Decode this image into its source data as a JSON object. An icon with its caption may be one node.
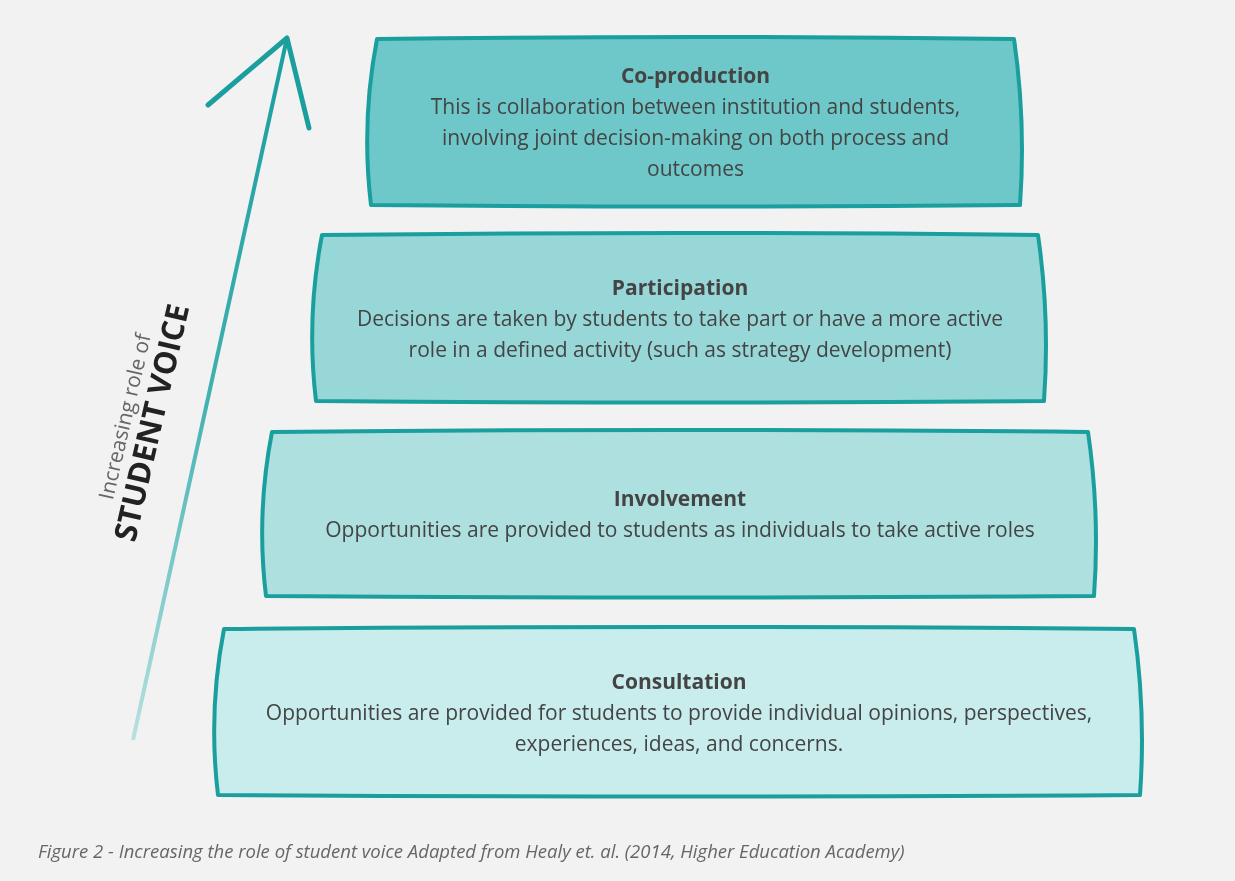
{
  "diagram": {
    "caption": "Figure 2 - Increasing the role of student voice Adapted from Healy et. al. (2014, Higher Education Academy)",
    "nodes": [
      {
        "text": [
          "Co-production",
          "This is collaboration between institution and students, involving joint decision-making on both process and outcomes"
        ]
      },
      {
        "text": [
          "Participation",
          "Decisions are taken by students to take part or have a more active role in a defined activity (such as strategy development)"
        ]
      },
      {
        "text": [
          "Involvement",
          "Opportunities are provided to students as individuals to take active roles"
        ]
      },
      {
        "text": [
          "Consultation",
          "Opportunities are provided for students to provide individual opinions, perspectives, experiences, ideas, and concerns."
        ]
      }
    ],
    "labels": [
      "Increasing role of",
      "STUDENT VOICE"
    ]
  }
}
